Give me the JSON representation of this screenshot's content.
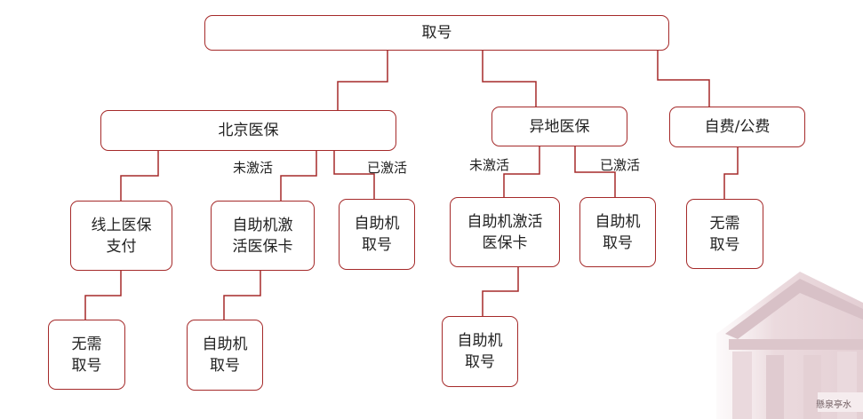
{
  "diagram": {
    "accent_color": "#a52a2a",
    "root": {
      "label": "取号"
    },
    "categories": {
      "beijing": {
        "label": "北京医保"
      },
      "other_region": {
        "label": "异地医保"
      },
      "self_pay": {
        "label": "自费/公费"
      }
    },
    "nodes": {
      "online_pay": {
        "line1": "线上医保",
        "line2": "支付"
      },
      "bj_activate": {
        "line1": "自助机激",
        "line2": "活医保卡"
      },
      "bj_kiosk": {
        "line1": "自助机",
        "line2": "取号"
      },
      "online_no_ticket": {
        "line1": "无需",
        "line2": "取号"
      },
      "bj_activate_kiosk": {
        "line1": "自助机",
        "line2": "取号"
      },
      "other_activate": {
        "line1": "自助机激活",
        "line2": "医保卡"
      },
      "other_kiosk": {
        "line1": "自助机",
        "line2": "取号"
      },
      "other_activate_kiosk": {
        "line1": "自助机",
        "line2": "取号"
      },
      "self_no_ticket": {
        "line1": "无需",
        "line2": "取号"
      }
    },
    "edge_labels": {
      "bj_not_activated": "未激活",
      "bj_activated": "已激活",
      "other_not_activated": "未激活",
      "other_activated": "已激活"
    },
    "background_image": {
      "icon": "building-facade-icon",
      "inscription": "懸泉亭水"
    }
  }
}
